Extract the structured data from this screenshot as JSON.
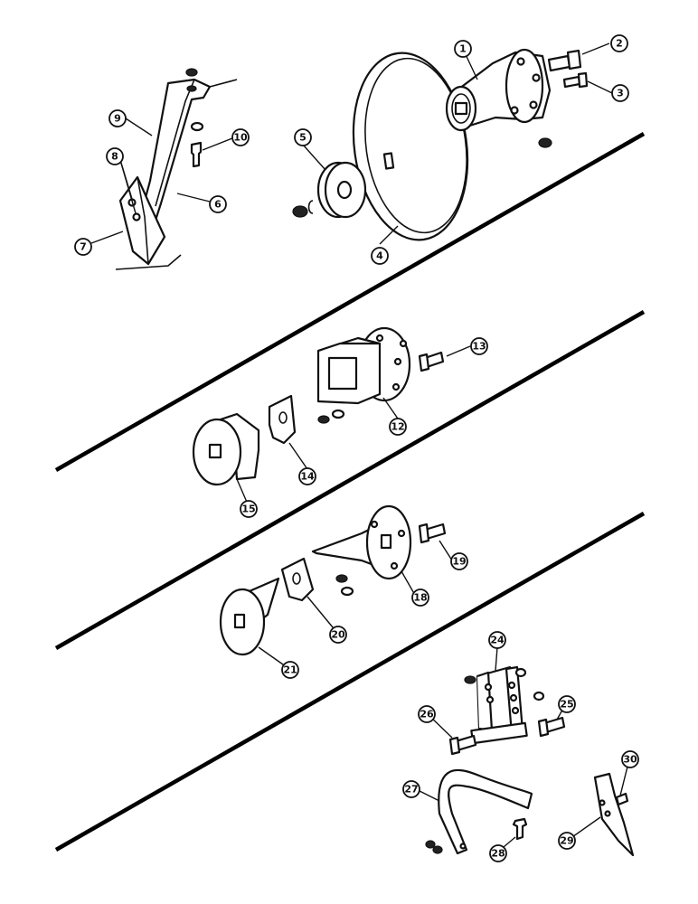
{
  "callouts": [
    {
      "id": "1",
      "label": "1"
    },
    {
      "id": "2",
      "label": "2"
    },
    {
      "id": "3",
      "label": "3"
    },
    {
      "id": "4",
      "label": "4"
    },
    {
      "id": "5",
      "label": "5"
    },
    {
      "id": "6",
      "label": "6"
    },
    {
      "id": "7",
      "label": "7"
    },
    {
      "id": "8",
      "label": "8"
    },
    {
      "id": "9",
      "label": "9"
    },
    {
      "id": "10",
      "label": "10"
    },
    {
      "id": "12",
      "label": "12"
    },
    {
      "id": "13",
      "label": "13"
    },
    {
      "id": "14",
      "label": "14"
    },
    {
      "id": "15",
      "label": "15"
    },
    {
      "id": "18",
      "label": "18"
    },
    {
      "id": "19",
      "label": "19"
    },
    {
      "id": "20",
      "label": "20"
    },
    {
      "id": "21",
      "label": "21"
    },
    {
      "id": "24",
      "label": "24"
    },
    {
      "id": "25",
      "label": "25"
    },
    {
      "id": "26",
      "label": "26"
    },
    {
      "id": "27",
      "label": "27"
    },
    {
      "id": "28",
      "label": "28"
    },
    {
      "id": "29",
      "label": "29"
    },
    {
      "id": "30",
      "label": "30"
    }
  ]
}
